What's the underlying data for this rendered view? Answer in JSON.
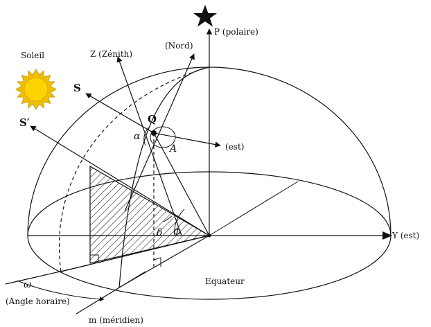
{
  "labels": {
    "polar": "P (polaire)",
    "zenith": "Z (Zénith)",
    "north": "(Nord)",
    "sun": "Soleil",
    "s": "S",
    "s_prime": "S′",
    "q": "Q",
    "alpha": "α",
    "azimuth": "A",
    "east": "(est)",
    "y_east": "Y (est)",
    "delta": "δ",
    "phi": "Φ",
    "equator": "Equateur",
    "omega": "ω",
    "hour_angle": "(Angle horaire)",
    "meridian": "m (méridien)"
  },
  "colors": {
    "ink": "#111111",
    "sun_fill": "#ffd400",
    "sun_rays": "#f0c000",
    "sun_outline": "#c49000"
  },
  "icons": {
    "star": "black-star-icon",
    "sun": "sun-icon"
  }
}
